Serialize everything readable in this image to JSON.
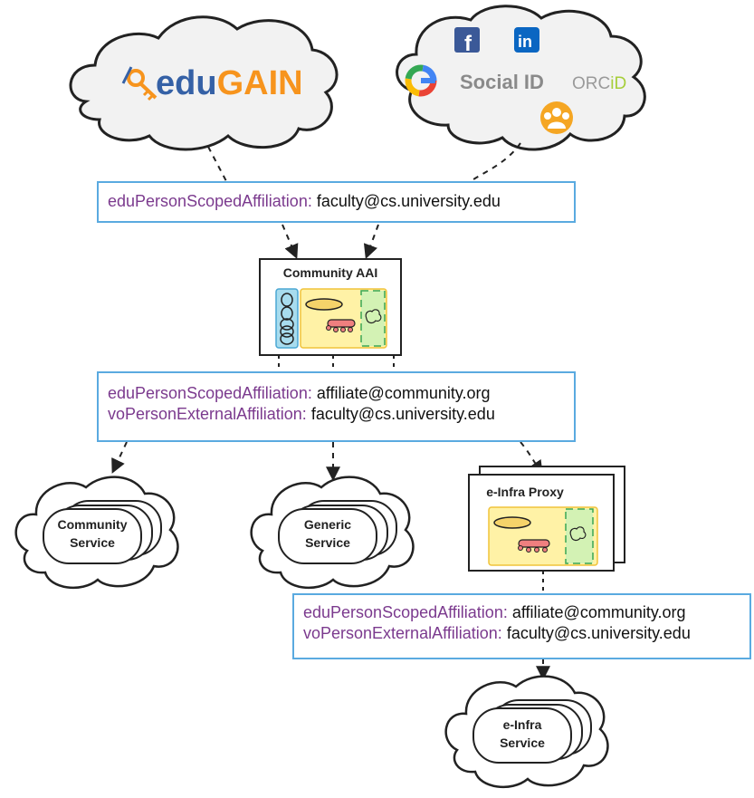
{
  "colors": {
    "attribute_name": "#7b3a8e",
    "box_border": "#5aaae0",
    "yellow_panel": "#fff2a6",
    "green_panel": "#d3f2b4",
    "blue_panel": "#a8dcee",
    "red_table": "#ef7f7f",
    "edugain_orange": "#f7941d",
    "edugain_blue": "#3561a6"
  },
  "idps": {
    "edugain": {
      "logo_text_edu": "edu",
      "logo_text_gain": "GAIN"
    },
    "social": {
      "title": "Social ID",
      "orcid_text": "ORC",
      "orcid_id": "iD",
      "facebook_glyph": "f",
      "linkedin_glyph": "in",
      "google_glyph": "G"
    }
  },
  "assertion_top": {
    "line1_attr": "eduPersonScopedAffiliation:",
    "line1_value": "faculty@cs.university.edu"
  },
  "community_aai": {
    "title": "Community AAI"
  },
  "assertion_mid": {
    "line1_attr": "eduPersonScopedAffiliation:",
    "line1_value": "affiliate@community.org",
    "line2_attr": "voPersonExternalAffiliation:",
    "line2_value": "faculty@cs.university.edu"
  },
  "services": {
    "community": {
      "line1": "Community",
      "line2": "Service"
    },
    "generic": {
      "line1": "Generic",
      "line2": "Service"
    },
    "einfra": {
      "line1": "e-Infra",
      "line2": "Service"
    }
  },
  "einfra_proxy": {
    "title": "e-Infra Proxy"
  },
  "assertion_bottom": {
    "line1_attr": "eduPersonScopedAffiliation:",
    "line1_value": "affiliate@community.org",
    "line2_attr": "voPersonExternalAffiliation:",
    "line2_value": "faculty@cs.university.edu"
  }
}
